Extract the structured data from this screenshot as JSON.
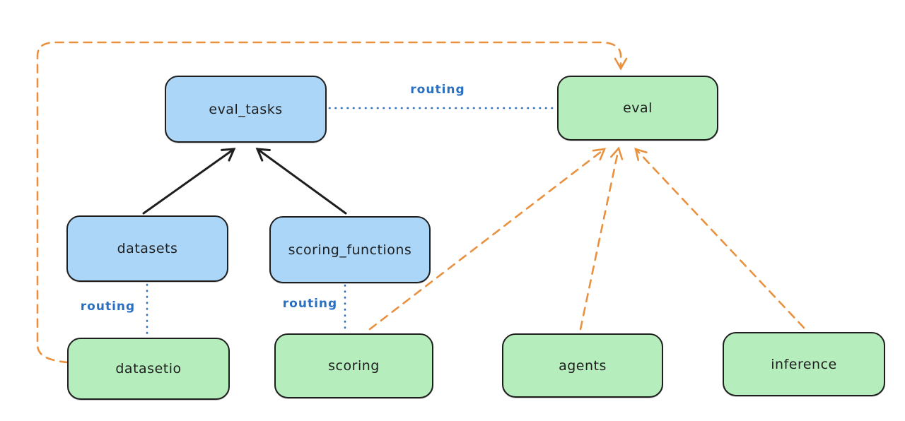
{
  "colors": {
    "background": "#ffffff",
    "node_border": "#1e1e1e",
    "node_blue_fill": "#abd6f8",
    "node_green_fill": "#b6edbd",
    "routing_blue": "#2b6fc2",
    "provider_orange": "#e9913e",
    "arrow_black": "#1e1e1e"
  },
  "nodes": {
    "eval_tasks": {
      "label": "eval_tasks",
      "fill": "#abd6f8"
    },
    "eval": {
      "label": "eval",
      "fill": "#b6edbd"
    },
    "datasets": {
      "label": "datasets",
      "fill": "#abd6f8"
    },
    "scoring_functions": {
      "label": "scoring_functions",
      "fill": "#abd6f8"
    },
    "datasetio": {
      "label": "datasetio",
      "fill": "#b6edbd"
    },
    "scoring": {
      "label": "scoring",
      "fill": "#b6edbd"
    },
    "agents": {
      "label": "agents",
      "fill": "#b6edbd"
    },
    "inference": {
      "label": "inference",
      "fill": "#b6edbd"
    }
  },
  "edges": [
    {
      "from": "datasets",
      "to": "eval_tasks",
      "style": "solid-black-arrow",
      "label": ""
    },
    {
      "from": "scoring_functions",
      "to": "eval_tasks",
      "style": "solid-black-arrow",
      "label": ""
    },
    {
      "from": "eval_tasks",
      "to": "eval",
      "style": "dotted-blue",
      "label": "routing"
    },
    {
      "from": "datasets",
      "to": "datasetio",
      "style": "dotted-blue",
      "label": "routing"
    },
    {
      "from": "scoring_functions",
      "to": "scoring",
      "style": "dotted-blue",
      "label": "routing"
    },
    {
      "from": "datasetio",
      "to": "eval",
      "style": "dashed-orange-arrow",
      "label": ""
    },
    {
      "from": "scoring",
      "to": "eval",
      "style": "dashed-orange-arrow",
      "label": ""
    },
    {
      "from": "agents",
      "to": "eval",
      "style": "dashed-orange-arrow",
      "label": ""
    },
    {
      "from": "inference",
      "to": "eval",
      "style": "dashed-orange-arrow",
      "label": ""
    }
  ],
  "labels": {
    "routing_eval_tasks_eval": "routing",
    "routing_datasets_datasetio": "routing",
    "routing_scoring_functions_scoring": "routing"
  }
}
